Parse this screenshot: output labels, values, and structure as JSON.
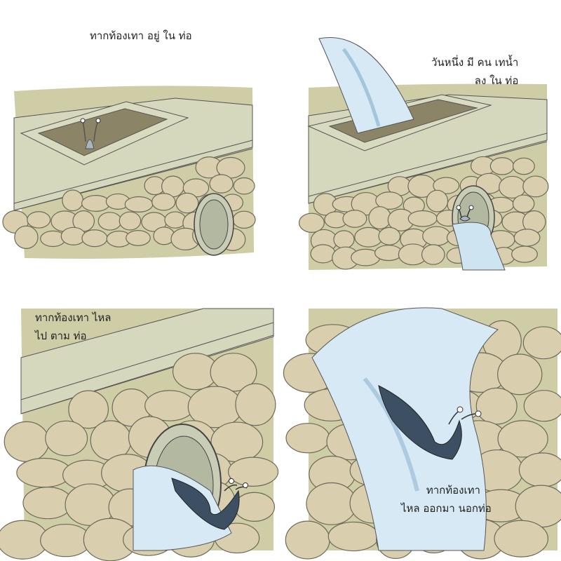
{
  "panels": [
    {
      "caption": [
        "ทากท้องเทา อยู่ ใน ท่อ"
      ]
    },
    {
      "caption": [
        "วันหนึ่ง มี คน เทน้ำ",
        "ลง ใน ท่อ"
      ]
    },
    {
      "caption": [
        "ทากท้องเทา ไหล",
        "ไป ตาม ท่อ"
      ]
    },
    {
      "caption": [
        "ทากท้องเทา",
        "ไหล ออกมา นอกท่อ"
      ]
    }
  ],
  "colors": {
    "stone_fill": "#d9cfae",
    "stone_line": "#6e6a5a",
    "grout": "#8f8b73",
    "ledge": "#d3d5b9",
    "water": "#cfe4f1",
    "water_shadow": "#8fb7d3",
    "snail_belly": "#3d4f63",
    "snail_body": "#a9b4be"
  },
  "icons": [
    "snail-icon",
    "water-stream-icon",
    "drain-grate-icon",
    "pipe-opening-icon"
  ]
}
